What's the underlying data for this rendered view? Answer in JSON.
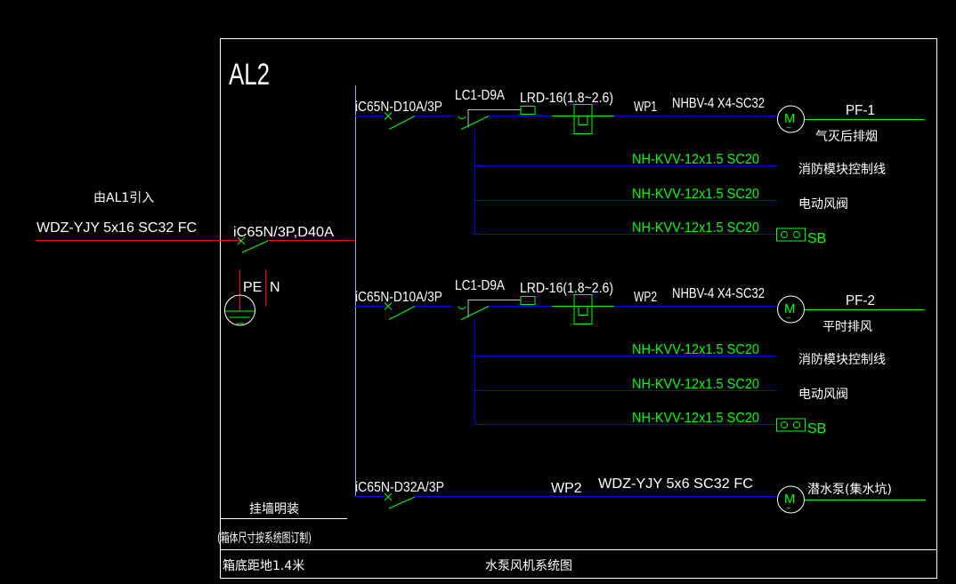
{
  "panel": {
    "name": "AL2"
  },
  "incoming": {
    "source": "由AL1引入",
    "cable": "WDZ-YJY 5x16  SC32  FC",
    "main_breaker": "iC65N/3P,D40A",
    "pe_label": "PE",
    "n_label": "N"
  },
  "circuits": [
    {
      "breaker": "iC65N-D10A/3P",
      "contactor": "LC1-D9A",
      "relay": "LRD-16(1.8~2.6)",
      "circuit_id": "WP1",
      "cable": "NHBV-4 X4-SC32",
      "motor_symbol": "M",
      "load_id": "PF-1",
      "load_desc": "气灭后排烟",
      "control_lines": [
        {
          "cable": "NH-KVV-12x1.5  SC20",
          "desc": "消防模块控制线"
        },
        {
          "cable": "NH-KVV-12x1.5  SC20",
          "desc": "电动风阀"
        },
        {
          "cable": "NH-KVV-12x1.5  SC20",
          "desc": "SB"
        }
      ]
    },
    {
      "breaker": "iC65N-D10A/3P",
      "contactor": "LC1-D9A",
      "relay": "LRD-16(1.8~2.6)",
      "circuit_id": "WP2",
      "cable": "NHBV-4 X4-SC32",
      "motor_symbol": "M",
      "load_id": "PF-2",
      "load_desc": "平时排风",
      "control_lines": [
        {
          "cable": "NH-KVV-12x1.5  SC20",
          "desc": "消防模块控制线"
        },
        {
          "cable": "NH-KVV-12x1.5  SC20",
          "desc": "电动风阀"
        },
        {
          "cable": "NH-KVV-12x1.5  SC20",
          "desc": "SB"
        }
      ]
    },
    {
      "breaker": "iC65N-D32A/3P",
      "circuit_id": "WP2",
      "cable": "WDZ-YJY 5x6  SC32  FC",
      "motor_symbol": "M",
      "load_desc": "潜水泵(集水坑)"
    }
  ],
  "notes": {
    "mounting": "挂墙明装",
    "box_size": "(箱体尺寸按系统图订制)",
    "height": "箱底距地1.4米",
    "title": "水泵风机系统图"
  },
  "colors": {
    "bus": "#8ab4e0",
    "wire": "#0000ff",
    "incoming": "#ff0000",
    "symbol": "#00ff00",
    "frame": "#ffffff"
  }
}
